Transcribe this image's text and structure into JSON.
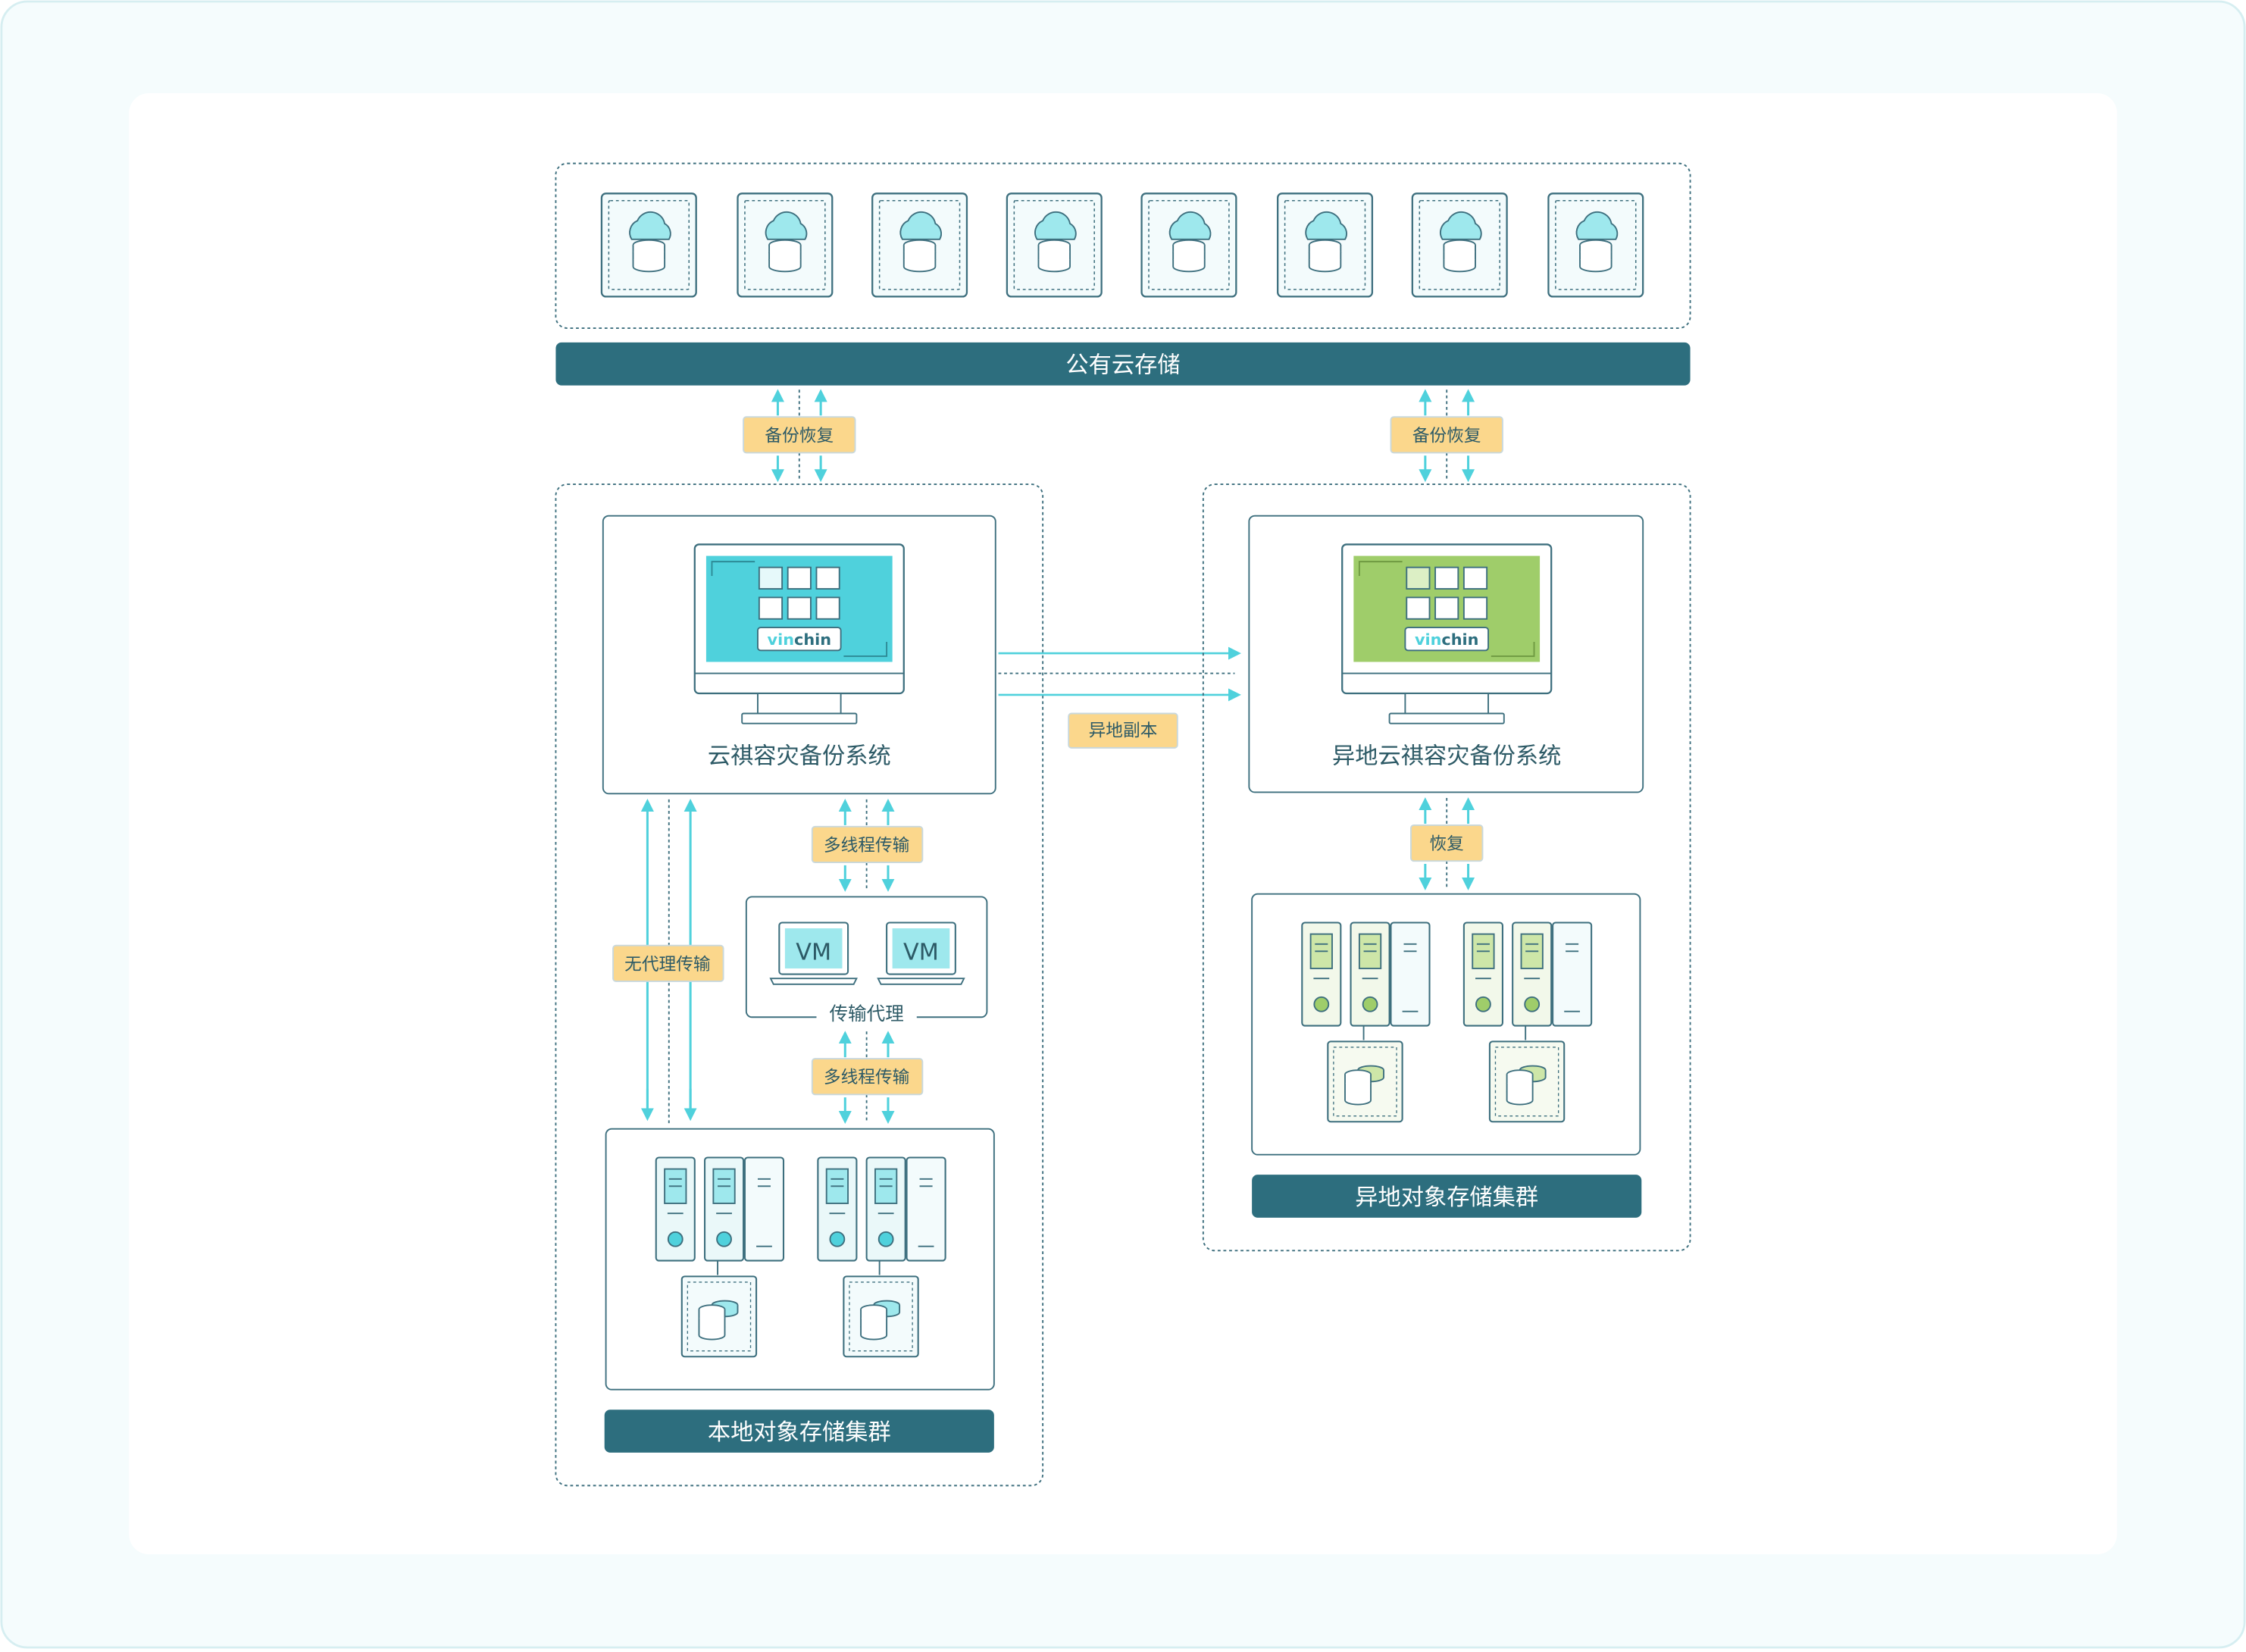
{
  "public_cloud": {
    "title": "公有云存储",
    "node_count": 8
  },
  "labels": {
    "backup_restore_left": "备份恢复",
    "backup_restore_right": "备份恢复",
    "remote_copy": "异地副本",
    "agentless_transfer": "无代理传输",
    "multithread_top": "多线程传输",
    "multithread_bottom": "多线程传输",
    "restore": "恢复"
  },
  "local_site": {
    "system_title": "云祺容灾备份系统",
    "logo_vin": "vin",
    "logo_chin": "chin",
    "proxy_title": "传输代理",
    "vm_labels": [
      "VM",
      "VM"
    ],
    "storage_title": "本地对象存储集群"
  },
  "remote_site": {
    "system_title": "异地云祺容灾备份系统",
    "logo_vin": "vin",
    "logo_chin": "chin",
    "storage_title": "异地对象存储集群"
  },
  "colors": {
    "teal_dark": "#2d6e7e",
    "cyan": "#4fd1dc",
    "green": "#9fcd6a",
    "label_fill": "#fbd78c",
    "line": "#3d6f7e"
  }
}
